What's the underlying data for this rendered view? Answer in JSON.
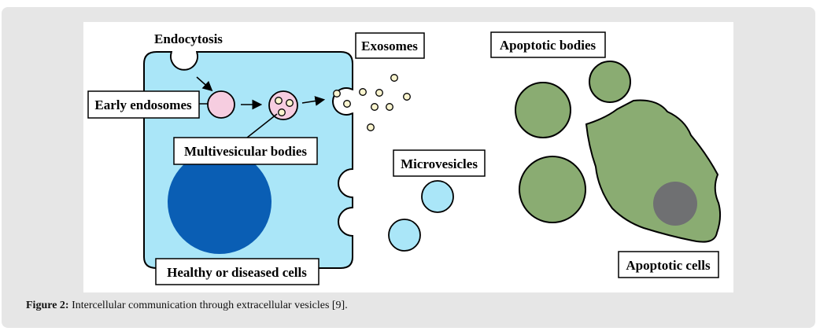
{
  "figure": {
    "labels": {
      "endocytosis": "Endocytosis",
      "exosomes": "Exosomes",
      "apoptotic_bodies": "Apoptotic bodies",
      "early_endosomes": "Early endosomes",
      "multivesicular_bodies": "Multivesicular bodies",
      "microvesicles": "Microvesicles",
      "healthy_or_diseased_cells": "Healthy or diseased cells",
      "apoptotic_cells": "Apoptotic cells"
    },
    "colors": {
      "cell": "#aae6f8",
      "nucleus": "#0a5eb4",
      "endosome": "#f6cde0",
      "vesicle": "#fbf5cf",
      "apoptotic": "#8aac72",
      "apoptotic_nucleus": "#6f7072"
    }
  },
  "caption": {
    "prefix": "Figure 2:",
    "text": " Intercellular communication through extracellular vesicles [9]."
  }
}
